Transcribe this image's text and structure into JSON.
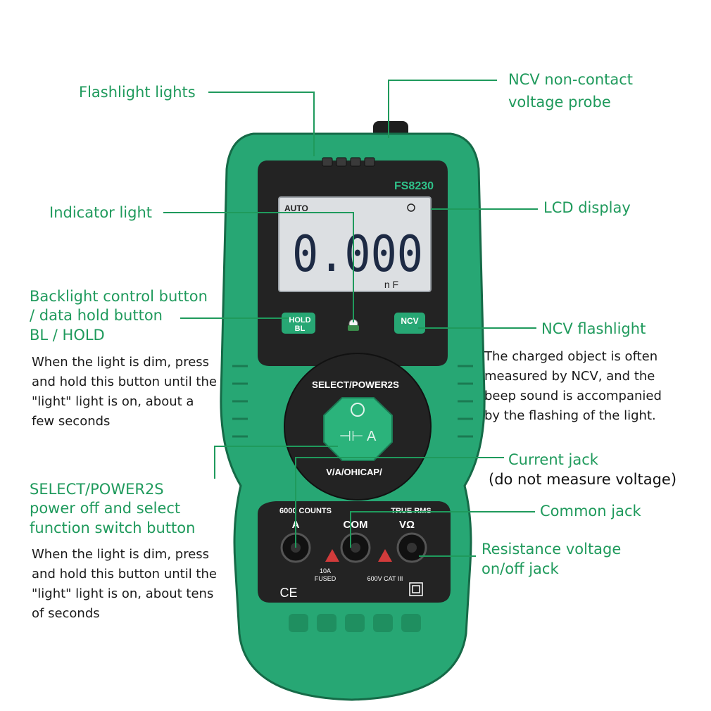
{
  "device": {
    "model": "FS8230",
    "lcd_mode": "AUTO",
    "lcd_reading": "0.000",
    "lcd_unit": "n F",
    "hold_button_top": "HOLD",
    "hold_button_bottom": "BL",
    "ncv_button": "NCV",
    "select_ring_label": "SELECT/POWER2S",
    "select_bottom_label": "V/A/OHICAP/",
    "select_button_symbol": "⊣⊢ A",
    "counts_label": "6000 COUNTS",
    "true_rms_label": "TRUE RMS",
    "jack_a": "A",
    "jack_com": "COM",
    "jack_v": "VΩ",
    "fused_label_top": "10A",
    "fused_label_bottom": "FUSED",
    "cat_label": "600V CAT III",
    "ce_mark": "CE",
    "body_color": "#27a774",
    "dark_color": "#232323",
    "label_color": "#1f9a5c"
  },
  "callouts": {
    "flashlight": "Flashlight lights",
    "ncv_probe_line1": "NCV non-contact",
    "ncv_probe_line2": "voltage probe",
    "indicator": "Indicator light",
    "lcd": "LCD display",
    "backlight_line1": "Backlight control button",
    "backlight_line2": "/ data hold button",
    "backlight_line3": "BL / HOLD",
    "backlight_desc": "When the light is dim, press\nand hold this button until the\n\"light\" light is on, about a\nfew seconds",
    "ncv_flashlight": "NCV flashlight",
    "ncv_desc": "The charged object is often\nmeasured by NCV, and the\nbeep sound is accompanied\nby the flashing of the light.",
    "current_jack": "Current jack",
    "current_note": "(do not measure voltage)",
    "select_line1": "SELECT/POWER2S",
    "select_line2": "power off and select",
    "select_line3": "function switch button",
    "select_desc": "When the light is dim, press\nand hold this button until the\n\"light\" light is on, about tens\nof seconds",
    "common_jack": "Common jack",
    "resistance_line1": "Resistance voltage",
    "resistance_line2": "on/off jack"
  }
}
